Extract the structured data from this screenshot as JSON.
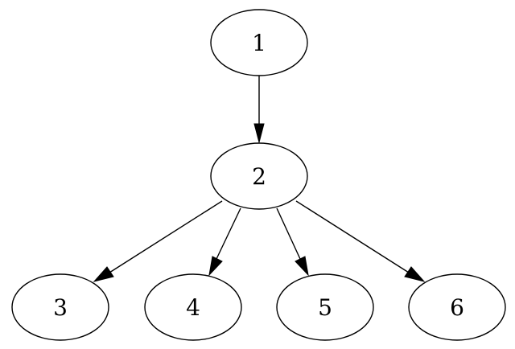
{
  "graph": {
    "nodes": [
      {
        "id": "1",
        "label": "1"
      },
      {
        "id": "2",
        "label": "2"
      },
      {
        "id": "3",
        "label": "3"
      },
      {
        "id": "4",
        "label": "4"
      },
      {
        "id": "5",
        "label": "5"
      },
      {
        "id": "6",
        "label": "6"
      }
    ],
    "edges": [
      {
        "from": "1",
        "to": "2"
      },
      {
        "from": "2",
        "to": "3"
      },
      {
        "from": "2",
        "to": "4"
      },
      {
        "from": "2",
        "to": "5"
      },
      {
        "from": "2",
        "to": "6"
      }
    ]
  }
}
